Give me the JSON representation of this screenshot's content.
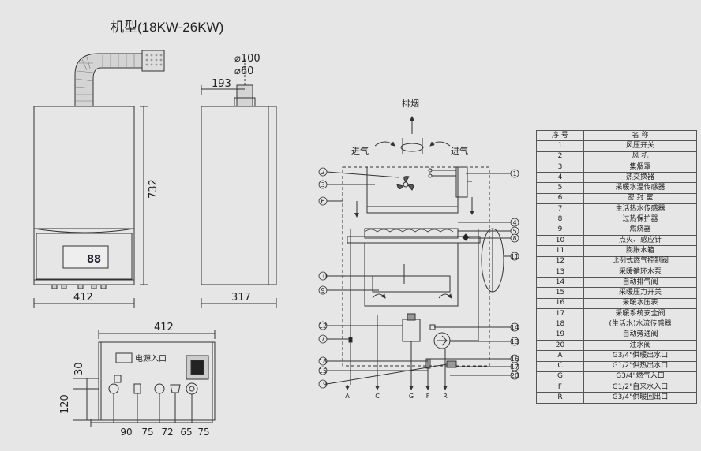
{
  "title": "机型(18KW-26KW)",
  "dimensions": {
    "d100": "100",
    "d60": "60",
    "d193": "193",
    "d732": "732",
    "d412_front": "412",
    "d317": "317",
    "d412_bottom": "412",
    "d30": "30",
    "d120": "120",
    "spacings": [
      "90",
      "75",
      "72",
      "65",
      "75"
    ]
  },
  "bottom_view": {
    "power_label": "电源入口"
  },
  "display_digits": "88",
  "schematic": {
    "exhaust": "排烟",
    "intake_left": "进气",
    "intake_right": "进气",
    "left_callouts": [
      "2",
      "3",
      "6",
      "10",
      "9",
      "12",
      "7",
      "18",
      "15",
      "19"
    ],
    "right_callouts": [
      "1",
      "4",
      "5",
      "8",
      "11",
      "14",
      "13",
      "16",
      "17",
      "20"
    ],
    "outlets": [
      "A",
      "C",
      "G",
      "F",
      "R"
    ]
  },
  "legend": {
    "headers": [
      "序  号",
      "名  称"
    ],
    "rows": [
      [
        "1",
        "风压开关"
      ],
      [
        "2",
        "风  机"
      ],
      [
        "3",
        "集烟罩"
      ],
      [
        "4",
        "热交换器"
      ],
      [
        "5",
        "采暖水温传感器"
      ],
      [
        "6",
        "密 封 室"
      ],
      [
        "7",
        "生活热水传感器"
      ],
      [
        "8",
        "过热保护器"
      ],
      [
        "9",
        "燃烧器"
      ],
      [
        "10",
        "点火、感应针"
      ],
      [
        "11",
        "膨胀水箱"
      ],
      [
        "12",
        "比例式燃气控制阀"
      ],
      [
        "13",
        "采暖循环水泵"
      ],
      [
        "14",
        "自动排气阀"
      ],
      [
        "15",
        "采暖压力开关"
      ],
      [
        "16",
        "采暖水压表"
      ],
      [
        "17",
        "采暖系统安全阀"
      ],
      [
        "18",
        "(生活水)水流传感器"
      ],
      [
        "19",
        "自动旁通阀"
      ],
      [
        "20",
        "注水阀"
      ],
      [
        "A",
        "G3/4\"供暖出水口"
      ],
      [
        "C",
        "G1/2\"供热出水口"
      ],
      [
        "G",
        "G3/4\"燃气入口"
      ],
      [
        "F",
        "G1/2\"自来水入口"
      ],
      [
        "R",
        "G3/4\"供暖回出口"
      ]
    ]
  }
}
